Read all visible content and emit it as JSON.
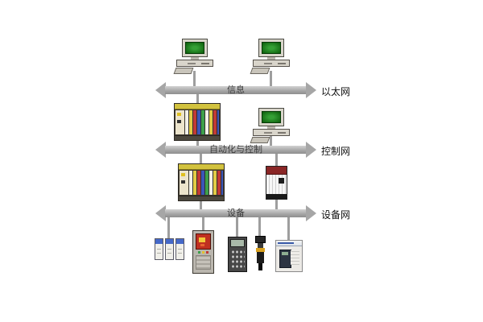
{
  "diagram": {
    "levels": [
      {
        "id": "ethernet",
        "bus_label": "信息",
        "net_label": "以太网"
      },
      {
        "id": "control",
        "bus_label": "自动化与控制",
        "net_label": "控制网"
      },
      {
        "id": "device",
        "bus_label": "设备",
        "net_label": "设备网"
      }
    ],
    "nodes": [
      {
        "icon": "desktop-computer-icon",
        "level": "ethernet"
      },
      {
        "icon": "desktop-computer-icon",
        "level": "ethernet"
      },
      {
        "icon": "plc-rack-icon",
        "level": "control"
      },
      {
        "icon": "desktop-computer-icon",
        "level": "control"
      },
      {
        "icon": "plc-rack-icon",
        "level": "device"
      },
      {
        "icon": "compact-plc-icon",
        "level": "device"
      },
      {
        "icon": "terminal-blocks-icon",
        "level": "field"
      },
      {
        "icon": "operator-panel-icon",
        "level": "field"
      },
      {
        "icon": "keypad-icon",
        "level": "field"
      },
      {
        "icon": "sensor-icon",
        "level": "field"
      },
      {
        "icon": "drive-icon",
        "level": "field"
      }
    ],
    "colors": {
      "bus": "#a6a6a6",
      "screen_green": "#1f8a1f",
      "panel_red": "#c03020"
    }
  }
}
